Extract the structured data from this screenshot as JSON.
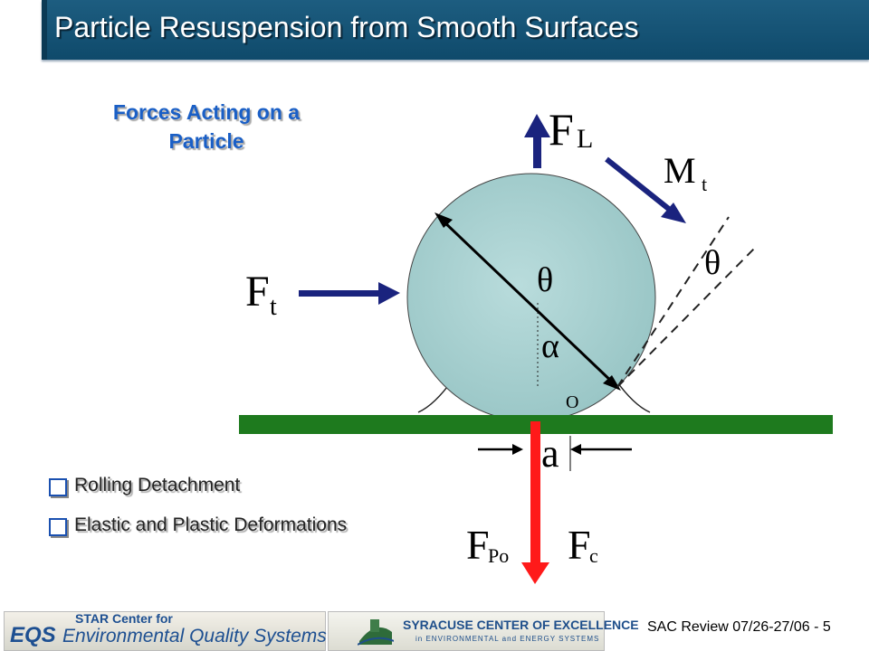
{
  "slide": {
    "title": "Particle Resuspension from Smooth Surfaces",
    "heading_line1": "Forces Acting on a",
    "heading_line2": "Particle",
    "bullets": [
      {
        "label": "Rolling Detachment"
      },
      {
        "label": "Elastic and Plastic Deformations"
      }
    ],
    "footer_ref": "SAC Review 07/26-27/06 - 5"
  },
  "diagram": {
    "F_main": "F",
    "sub_L": "L",
    "sub_t": "t",
    "sub_Po": "Po",
    "sub_c": "c",
    "M_main": "M",
    "theta": "θ",
    "alpha": "α",
    "O": "O",
    "a": "a",
    "colors": {
      "sphere": "#a9d0d0",
      "surface": "#1e7a1e",
      "arrow_blue": "#1a237e",
      "arrow_red": "#ff1a1a",
      "title_bar": "#13547a",
      "heading": "#1a5fc6"
    }
  },
  "logos": {
    "star_center": "STAR Center for",
    "eqs": "EQS",
    "eqs_name": "Environmental Quality Systems",
    "syracuse_line1": "SYRACUSE CENTER OF EXCELLENCE",
    "syracuse_line2": "in ENVIRONMENTAL and ENERGY SYSTEMS"
  }
}
